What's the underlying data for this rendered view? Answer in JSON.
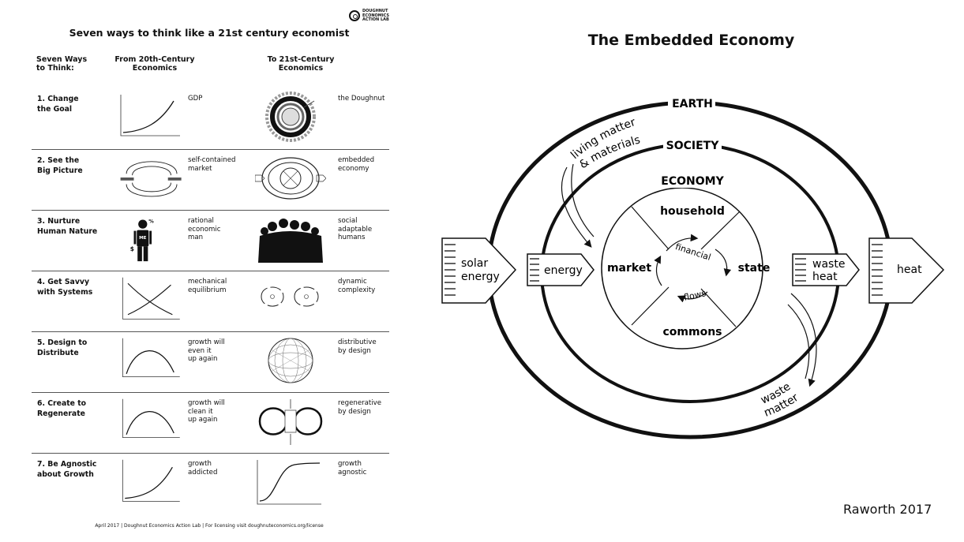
{
  "poster": {
    "logo_text": "DOUGHNUT ECONOMICS ACTION LAB",
    "title": "Seven ways to think like a 21st century economist",
    "col_ways": "Seven Ways\nto Think:",
    "col_from": "From 20th-Century\nEconomics",
    "col_to": "To 21st-Century\nEconomics",
    "rows": [
      {
        "label": "1.  Change\n     the Goal",
        "from": "GDP",
        "to": "the Doughnut"
      },
      {
        "label": "2.  See the\n     Big Picture",
        "from": "self-contained\nmarket",
        "to": "embedded\neconomy"
      },
      {
        "label": "3.  Nurture\n     Human Nature",
        "from": "rational\neconomic\nman",
        "to": "social\nadaptable\nhumans"
      },
      {
        "label": "4.  Get Savvy\n     with Systems",
        "from": "mechanical\nequilibrium",
        "to": "dynamic\ncomplexity"
      },
      {
        "label": "5.  Design to\n     Distribute",
        "from": "growth will\neven it\nup again",
        "to": "distributive\nby design"
      },
      {
        "label": "6.  Create to\n     Regenerate",
        "from": "growth will\nclean it\nup again",
        "to": "regenerative\nby design"
      },
      {
        "label": "7.  Be Agnostic\n     about Growth",
        "from": "growth\naddicted",
        "to": "growth\nagnostic"
      }
    ],
    "footer": "April 2017 | Doughnut Economics Action Lab  |  For licensing visit doughnuteconomics.org/license"
  },
  "diagram": {
    "title": "The Embedded Economy",
    "earth": "EARTH",
    "society": "SOCIETY",
    "economy": "ECONOMY",
    "household": "household",
    "market": "market",
    "state": "state",
    "commons": "commons",
    "financial": "financial",
    "flows": "flows",
    "living_1": "living matter",
    "living_2": "& materials",
    "solar_1": "solar",
    "solar_2": "energy",
    "energy": "energy",
    "waste_heat_1": "waste",
    "waste_heat_2": "heat",
    "heat": "heat",
    "waste_matter_1": "waste",
    "waste_matter_2": "matter",
    "credit": "Raworth 2017"
  }
}
